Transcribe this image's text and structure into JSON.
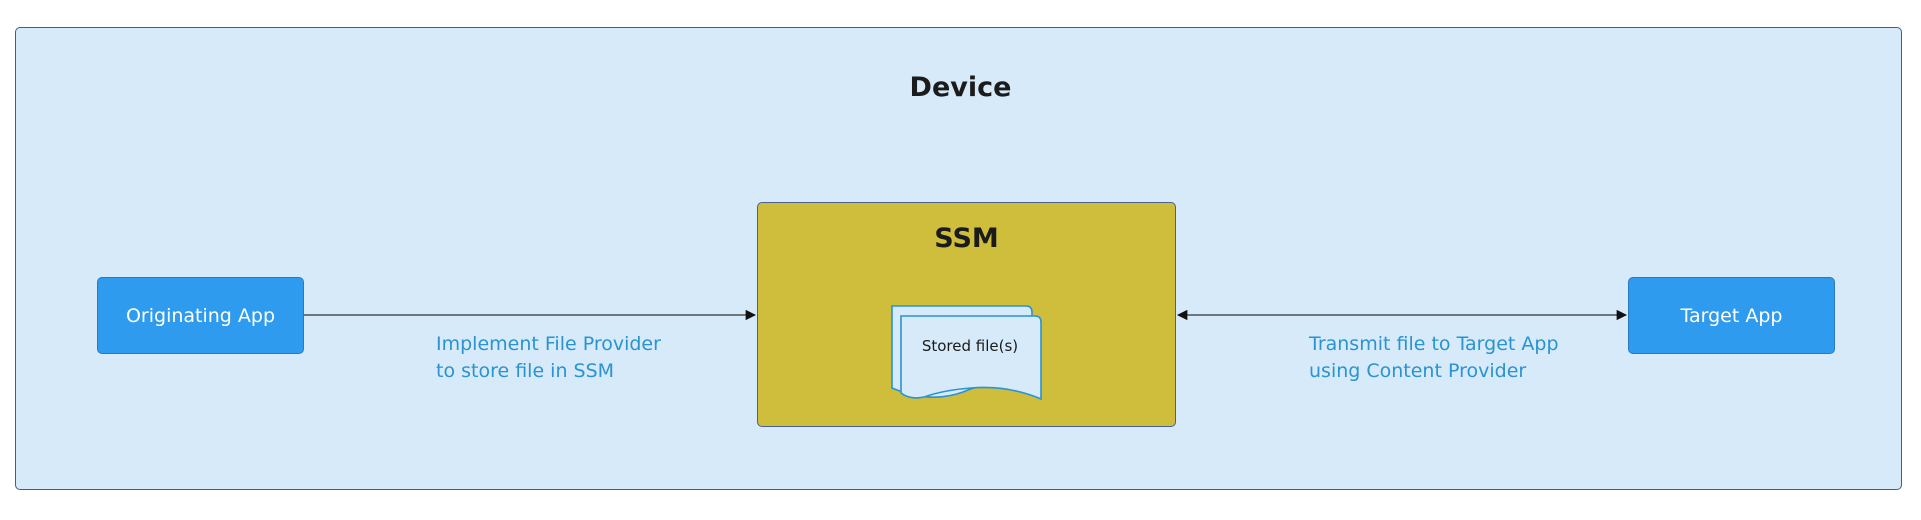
{
  "diagram": {
    "device_title": "Device",
    "ssm_title": "SSM",
    "originating_app": "Originating App",
    "target_app": "Target App",
    "stored_files": "Stored file(s)",
    "left_edge_label": [
      "Implement File Provider",
      "to store file in SSM"
    ],
    "right_edge_label": [
      "Transmit file to Target App",
      "using Content Provider"
    ],
    "colors": {
      "device_fill": "#d6eaf9",
      "app_fill": "#2f9bef",
      "ssm_fill": "#cfbd3c",
      "edge_label": "#2a93d0"
    }
  }
}
